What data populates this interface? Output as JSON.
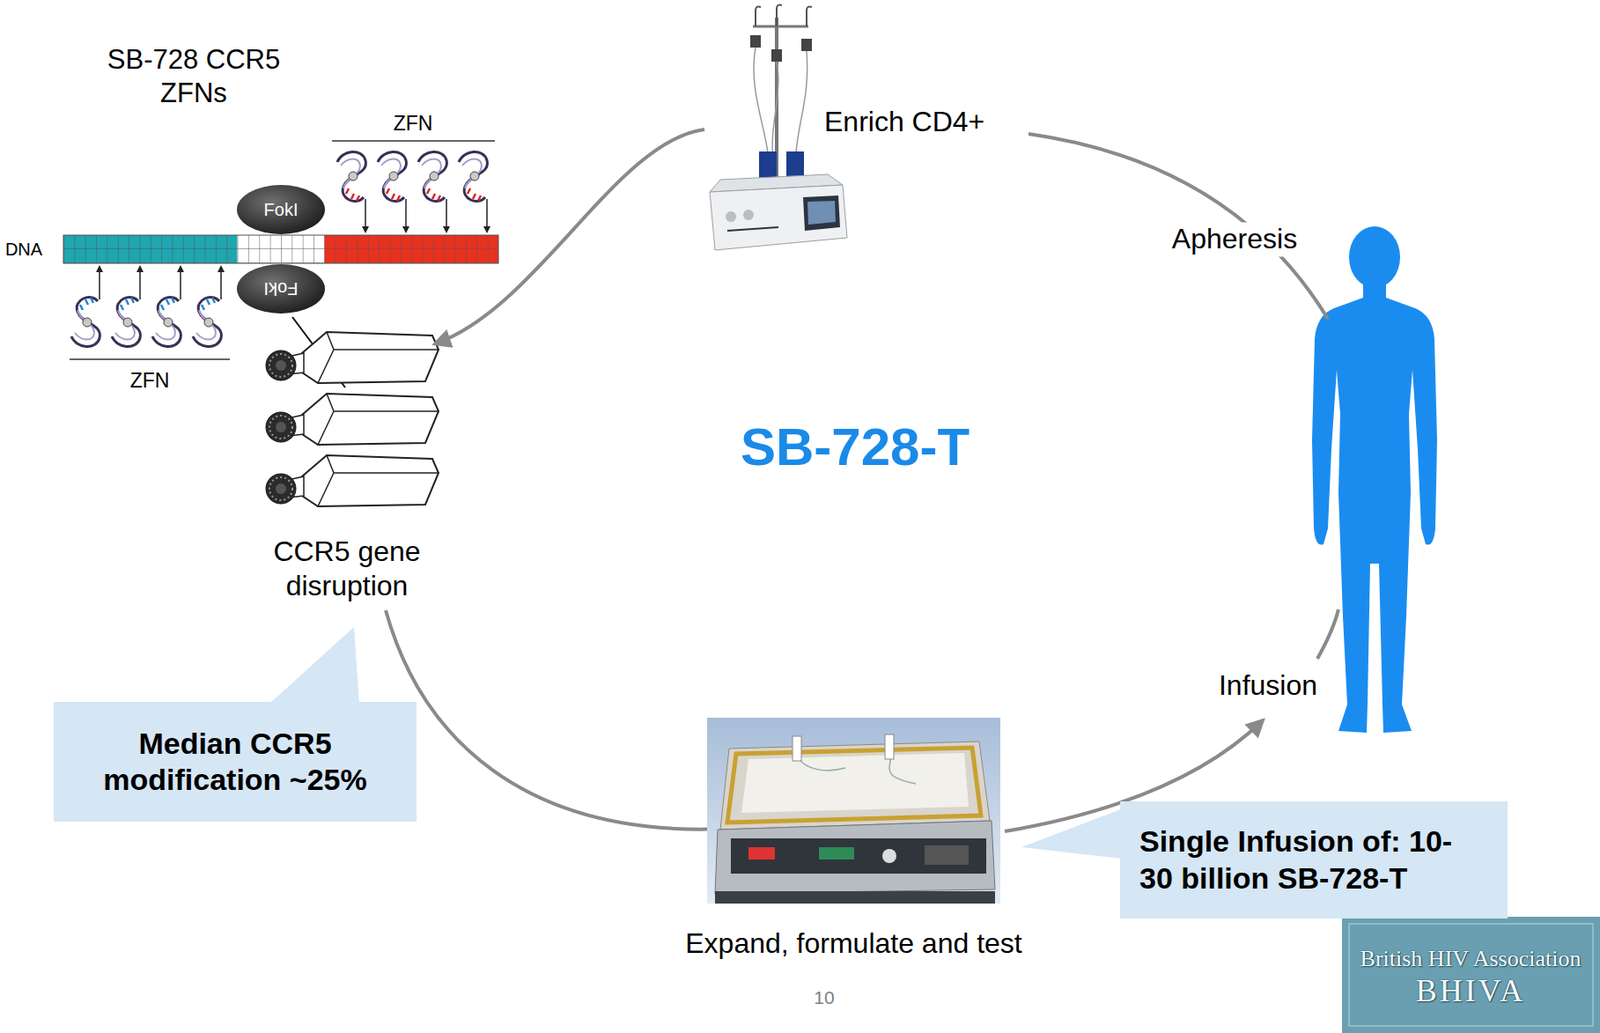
{
  "diagram": {
    "title": "SB-728-T",
    "nodes": [
      {
        "text": [
          "Enrich CD4+"
        ]
      },
      {
        "text": [
          "CCR5 gene disruption"
        ]
      },
      {
        "text": [
          "Median CCR5 modification ~25%"
        ]
      },
      {
        "text": [
          "Expand, formulate and test"
        ]
      },
      {
        "text": [
          "Single Infusion of: 10-30 billion SB-728-T"
        ]
      }
    ],
    "edges": [
      {
        "from": 0,
        "to": 1,
        "arrow": "to"
      },
      {
        "from": 1,
        "to": 3,
        "arrow": "none"
      }
    ],
    "labels": [
      "SB-728 CCR5 ZFNs",
      "ZFN",
      "FokI",
      "DNA",
      "FokI",
      "ZFN",
      "Apheresis",
      "Infusion",
      "10",
      "British HIV Association",
      "BHIVA"
    ]
  }
}
